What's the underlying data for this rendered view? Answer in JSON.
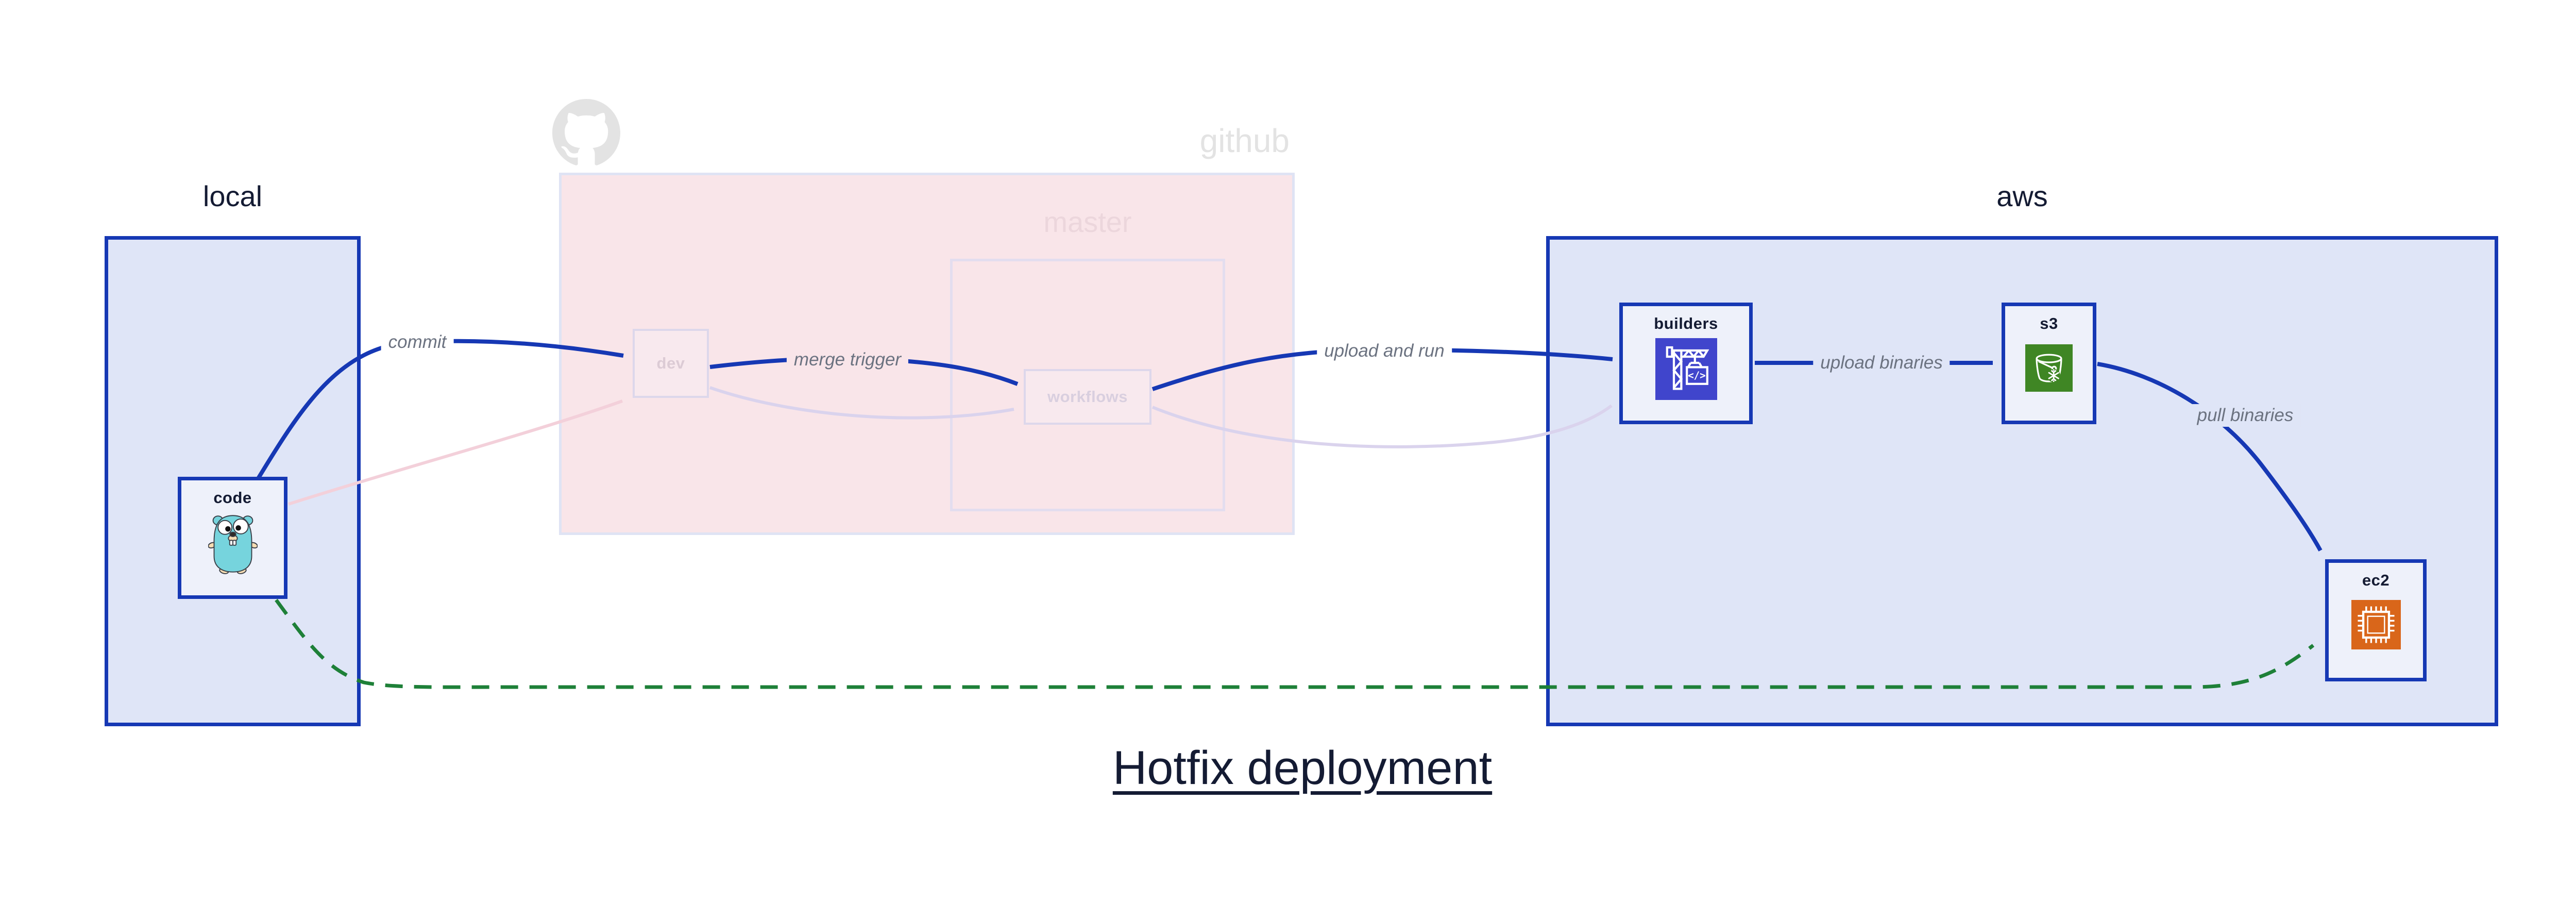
{
  "title": "Hotfix deployment",
  "regions": {
    "local": {
      "label": "local"
    },
    "github": {
      "label": "github"
    },
    "master": {
      "label": "master"
    },
    "aws": {
      "label": "aws"
    }
  },
  "nodes": {
    "code": {
      "label": "code",
      "icon": "go-gopher-icon"
    },
    "dev": {
      "label": "dev"
    },
    "workflows": {
      "label": "workflows"
    },
    "builders": {
      "label": "builders",
      "icon": "codebuild-crane-icon",
      "icon_text": "</>"
    },
    "s3": {
      "label": "s3",
      "icon": "s3-bucket-icon"
    },
    "ec2": {
      "label": "ec2",
      "icon": "ec2-chip-icon"
    }
  },
  "edges": {
    "commit": {
      "label": "commit"
    },
    "merge_trigger": {
      "label": "merge trigger"
    },
    "upload_and_run": {
      "label": "upload and run"
    },
    "upload_binaries": {
      "label": "upload binaries"
    },
    "pull_binaries": {
      "label": "pull binaries"
    },
    "hotfix_path": {
      "style": "green-dashed",
      "label": ""
    }
  },
  "colors": {
    "blue": "#1638b4",
    "green": "#1e8038",
    "navy": "#141b33",
    "edge-label": "#6b7280",
    "region-fill": "#dfe5f7",
    "node-fill": "#eef1fa",
    "pink-fill": "#f9e5e9",
    "pink-node-fill": "#f8e9ee",
    "lavender-border": "#dfe3f4",
    "master-border": "#e3ddef",
    "faded-node-border": "#ddd7eb",
    "faded-lavender": "#dad3ed",
    "faded-pink": "#f3d0da",
    "github-gray": "#e3e3e3",
    "master-label": "#ecd6dc",
    "dev-label": "#dccbd5",
    "workflows-label": "#d9cfdf",
    "codebuild-purple": "#4045cc",
    "s3-green": "#3f8624",
    "ec2-orange": "#d9661a",
    "gopher-teal": "#76d4dd",
    "gopher-skin": "#f6ddb3"
  }
}
